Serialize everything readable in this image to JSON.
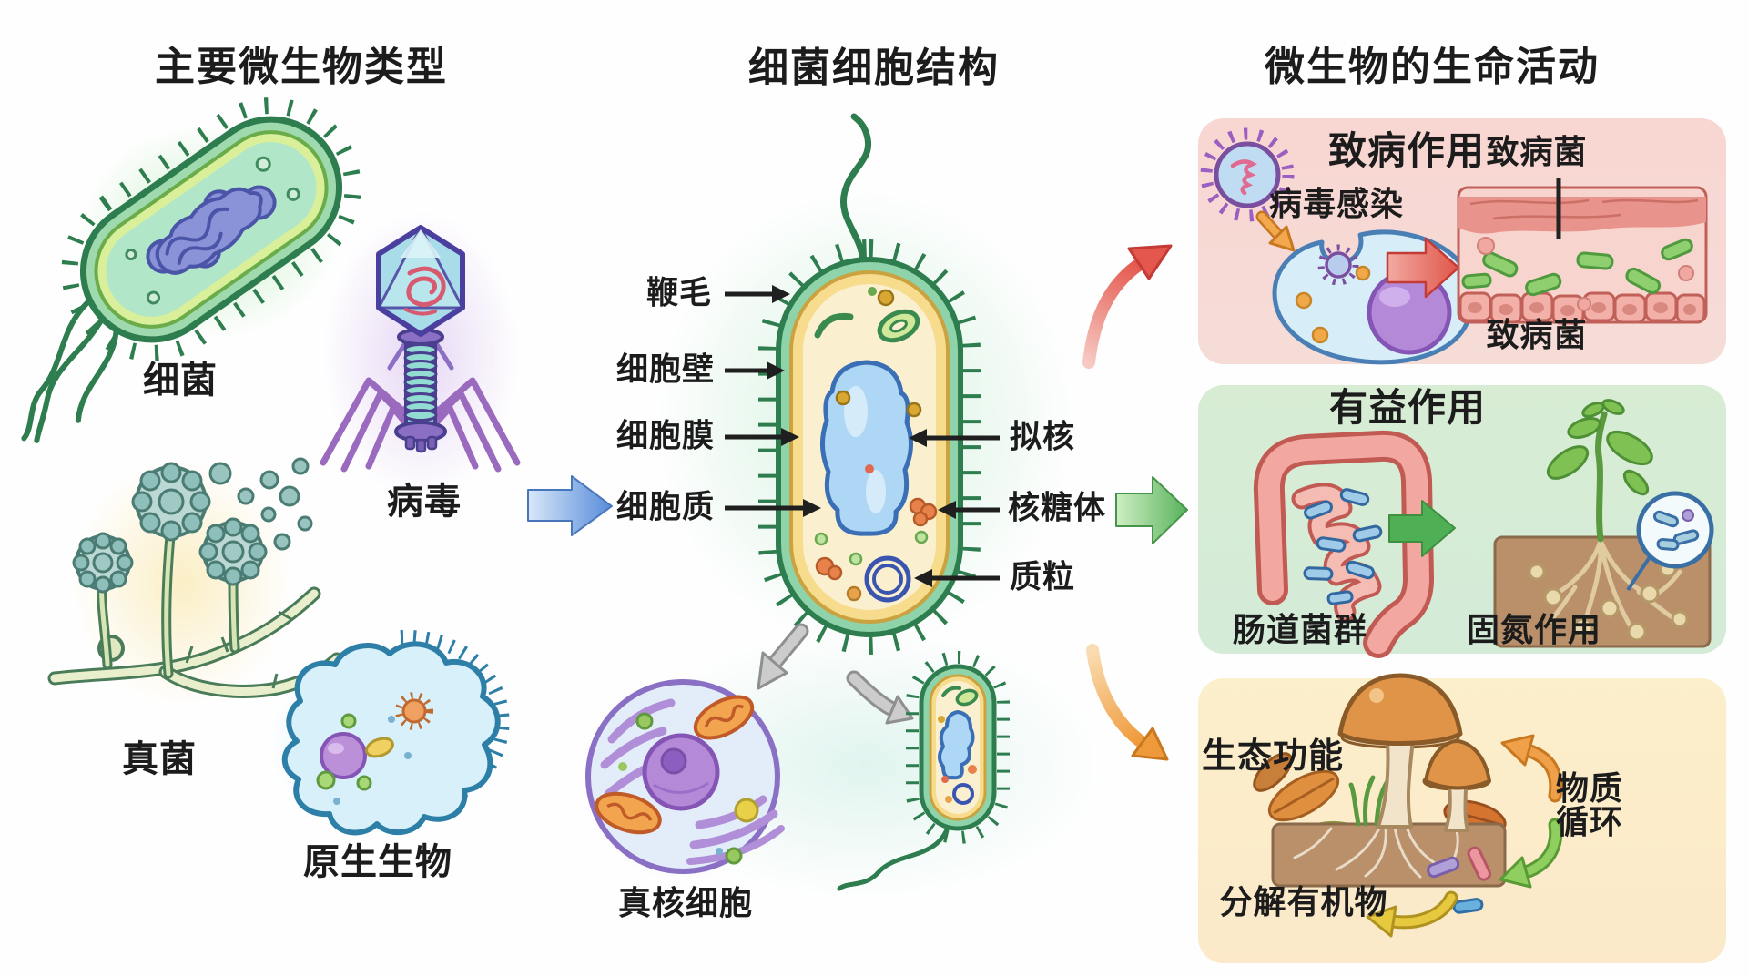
{
  "titles": {
    "left": "主要微生物类型",
    "middle": "细菌细胞结构",
    "right": "微生物的生命活动"
  },
  "microbe_types": {
    "bacteria": "细菌",
    "virus": "病毒",
    "fungi": "真菌",
    "protist": "原生生物"
  },
  "cell_structure": {
    "flagellum": "鞭毛",
    "cell_wall": "细胞壁",
    "cell_membrane": "细胞膜",
    "cytoplasm": "细胞质",
    "nucleoid": "拟核",
    "ribosome": "核糖体",
    "plasmid": "质粒",
    "eukaryotic_cell": "真核细胞"
  },
  "life_activities": {
    "pathogenic": {
      "title": "致病作用",
      "viral_infection": "病毒感染",
      "pathogen_label_top": "致病菌",
      "pathogen_label_bottom": "致病菌"
    },
    "beneficial": {
      "title": "有益作用",
      "gut_flora": "肠道菌群",
      "nitrogen_fixation": "固氮作用"
    },
    "ecological": {
      "title": "生态功能",
      "material_cycle_line1": "物质",
      "material_cycle_line2": "循环",
      "decomposition": "分解有机物"
    }
  },
  "illustrations": [
    "bacterium-icon",
    "bacteriophage-icon",
    "mold-icon",
    "amoeba-icon",
    "bacterial-cell-diagram",
    "eukaryotic-cell-icon",
    "small-bacterium-icon",
    "virus-particle-icon",
    "infected-cell-icon",
    "tissue-icon",
    "intestine-icon",
    "plant-roots-icon",
    "magnifier-bacteria-icon",
    "mushroom-icon",
    "leaf-litter-icon",
    "soil-bacteria-icon"
  ],
  "colors": {
    "pathogenic_panel": "#f8d6d2",
    "beneficial_panel": "#d7ecd3",
    "ecological_panel": "#fcefcb",
    "connector_blue": "#4f86d8",
    "connector_green": "#4faf55",
    "connector_red": "#e4574d",
    "connector_orange": "#ef9a3a",
    "connector_gray": "#c9c9c9",
    "bacterium_green": "#8fd3ab",
    "wall_gold": "#f7dc8e",
    "nucleoid_blue": "#aed6f5"
  }
}
